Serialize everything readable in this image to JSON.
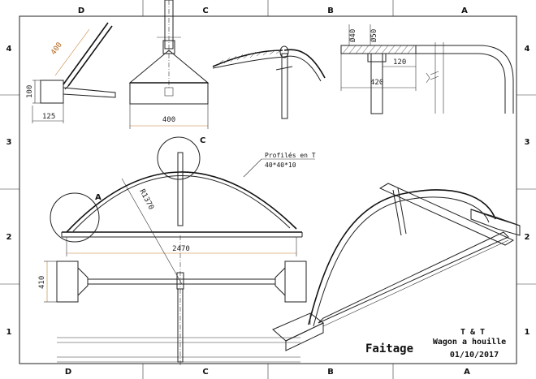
{
  "sheet": {
    "zones_top": [
      "D",
      "C",
      "B",
      "A"
    ],
    "zones_bottom": [
      "D",
      "C",
      "B",
      "A"
    ],
    "zones_left": [
      "4",
      "3",
      "2",
      "1"
    ],
    "zones_right": [
      "4",
      "3",
      "2",
      "1"
    ]
  },
  "views": {
    "detail_a_dims": {
      "length": "400",
      "height": "100",
      "width": "125"
    },
    "end_view_dims": {
      "width": "400"
    },
    "detail_b_dims": {
      "dia_inner": "Ø40",
      "dia_outer": "Ø50",
      "offset": "120",
      "length": "420"
    },
    "front_view": {
      "callout_a": "A",
      "callout_c": "C",
      "radius": "R1370",
      "profile_note_line1": "Profilés en T",
      "profile_note_line2": "40*40*10",
      "span": "2470"
    },
    "plan_view_dims": {
      "depth": "410"
    }
  },
  "title_block": {
    "drawing_title": "Faitage",
    "author": "T & T",
    "project": "Wagon a houille",
    "date": "01/10/2017"
  }
}
